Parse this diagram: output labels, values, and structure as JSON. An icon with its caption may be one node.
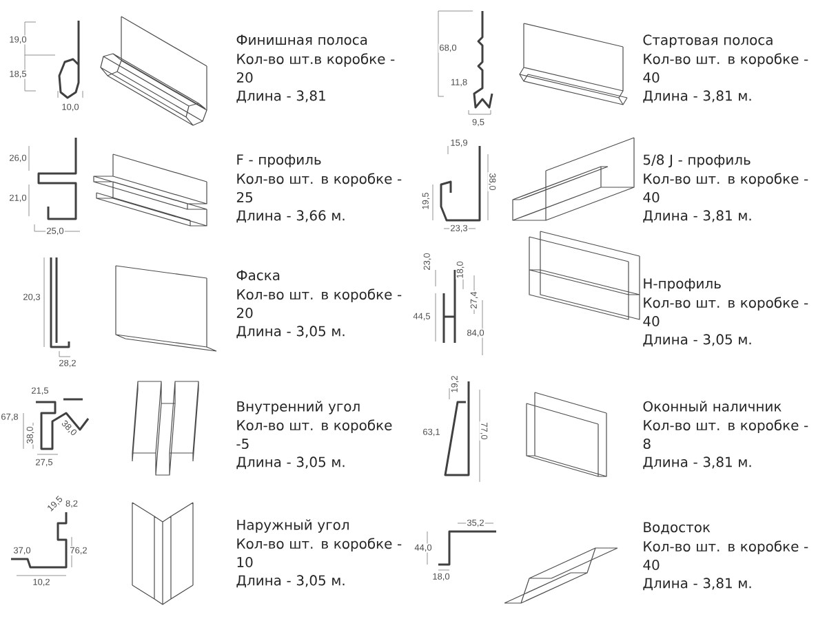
{
  "diagram": {
    "labels": [
      "19,0",
      "18,5",
      "10,0",
      "Финишная полоса",
      "Кол-во шт.в коробке - 20",
      "Длина - 3,81",
      "68,0",
      "11,8",
      "9,5",
      "Стартовая полоса",
      "Кол-во шт. в коробке - 40",
      "Длина - 3,81 м.",
      "26,0",
      "21,0",
      "25,0",
      "F - профиль",
      "Кол-во шт. в коробке - 25",
      "Длина - 3,66 м.",
      "15,9",
      "19,5",
      "38,0",
      "23,3",
      "5/8 J - профиль",
      "Кол-во шт. в коробке - 40",
      "Длина - 3,81 м.",
      "20,3",
      "28,2",
      "Фаска",
      "Кол-во шт. в коробке - 20",
      "Длина - 3,05 м.",
      "23,0",
      "18,0",
      "27,4",
      "44,5",
      "84,0",
      "H-профиль",
      "Кол-во шт. в коробке - 40",
      "Длина - 3,05 м.",
      "21,5",
      "67,8",
      "38,0",
      "38,0",
      "27,5",
      "Внутренний угол",
      "Кол-во шт. в коробке -5",
      "Длина - 3,05 м.",
      "19,2",
      "63,1",
      "77,0",
      "Оконный наличник",
      "Кол-во шт. в коробке - 8",
      "Длина - 3,81 м.",
      "19,5",
      "8,2",
      "37,0",
      "76,2",
      "10,2",
      "Наружный угол",
      "Кол-во шт. в коробке - 10",
      "Длина - 3,05 м.",
      "35,2",
      "44,0",
      "18,0",
      "Водосток",
      "Кол-во шт. в коробке - 40",
      "Длина - 3,81 м."
    ]
  }
}
